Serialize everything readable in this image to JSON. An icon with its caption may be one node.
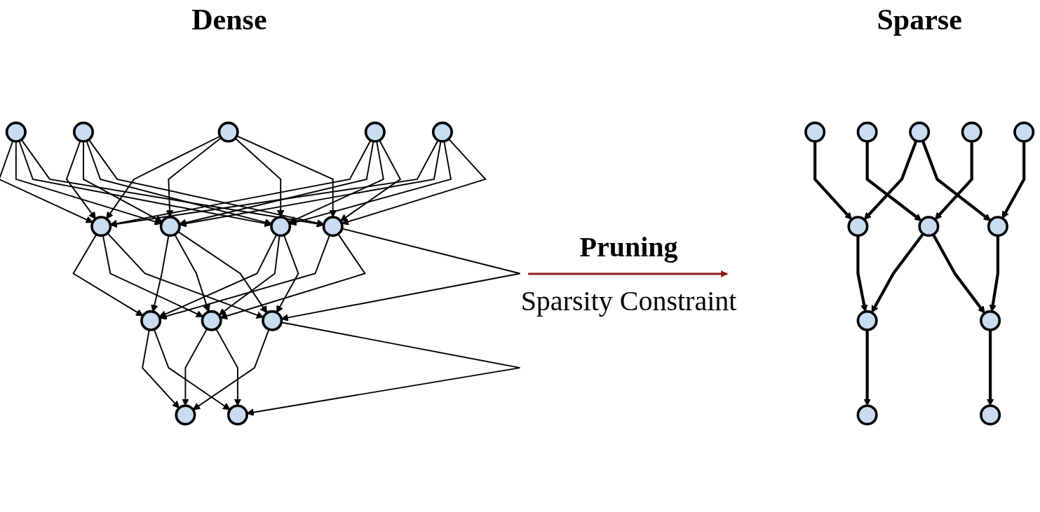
{
  "diagram": {
    "nodes": [
      {
        "text": [],
        "shape": "circle"
      },
      {
        "text": [],
        "shape": "circle"
      },
      {
        "text": [],
        "shape": "circle"
      },
      {
        "text": [],
        "shape": "circle"
      },
      {
        "text": [],
        "shape": "circle"
      },
      {
        "text": [],
        "shape": "circle"
      },
      {
        "text": [],
        "shape": "circle"
      },
      {
        "text": [],
        "shape": "circle"
      },
      {
        "text": [],
        "shape": "circle"
      },
      {
        "text": [],
        "shape": "circle"
      },
      {
        "text": [],
        "shape": "circle"
      },
      {
        "text": [],
        "shape": "circle"
      },
      {
        "text": [],
        "shape": "circle"
      },
      {
        "text": [],
        "shape": "circle"
      },
      {
        "text": [],
        "shape": "circle"
      },
      {
        "text": [],
        "shape": "circle"
      },
      {
        "text": [],
        "shape": "circle"
      },
      {
        "text": [],
        "shape": "circle"
      },
      {
        "text": [],
        "shape": "circle"
      },
      {
        "text": [],
        "shape": "circle"
      },
      {
        "text": [],
        "shape": "circle"
      },
      {
        "text": [],
        "shape": "circle"
      },
      {
        "text": [],
        "shape": "circle"
      },
      {
        "text": [],
        "shape": "circle"
      },
      {
        "text": [],
        "shape": "circle"
      },
      {
        "text": [],
        "shape": "circle"
      }
    ],
    "edges": [
      {
        "from": 0,
        "to": 5,
        "arrow": "to"
      },
      {
        "from": 0,
        "to": 6,
        "arrow": "to"
      },
      {
        "from": 0,
        "to": 7,
        "arrow": "to"
      },
      {
        "from": 0,
        "to": 8,
        "arrow": "to"
      },
      {
        "from": 1,
        "to": 5,
        "arrow": "to"
      },
      {
        "from": 1,
        "to": 6,
        "arrow": "to"
      },
      {
        "from": 1,
        "to": 7,
        "arrow": "to"
      },
      {
        "from": 1,
        "to": 8,
        "arrow": "to"
      },
      {
        "from": 2,
        "to": 5,
        "arrow": "to"
      },
      {
        "from": 2,
        "to": 6,
        "arrow": "to"
      },
      {
        "from": 2,
        "to": 7,
        "arrow": "to"
      },
      {
        "from": 2,
        "to": 8,
        "arrow": "to"
      },
      {
        "from": 3,
        "to": 5,
        "arrow": "to"
      },
      {
        "from": 3,
        "to": 6,
        "arrow": "to"
      },
      {
        "from": 3,
        "to": 7,
        "arrow": "to"
      },
      {
        "from": 3,
        "to": 8,
        "arrow": "to"
      },
      {
        "from": 4,
        "to": 5,
        "arrow": "to"
      },
      {
        "from": 4,
        "to": 6,
        "arrow": "to"
      },
      {
        "from": 4,
        "to": 7,
        "arrow": "to"
      },
      {
        "from": 4,
        "to": 8,
        "arrow": "to"
      },
      {
        "from": 5,
        "to": 9,
        "arrow": "to"
      },
      {
        "from": 5,
        "to": 10,
        "arrow": "to"
      },
      {
        "from": 5,
        "to": 11,
        "arrow": "to"
      },
      {
        "from": 6,
        "to": 9,
        "arrow": "to"
      },
      {
        "from": 6,
        "to": 10,
        "arrow": "to"
      },
      {
        "from": 6,
        "to": 11,
        "arrow": "to"
      },
      {
        "from": 7,
        "to": 9,
        "arrow": "to"
      },
      {
        "from": 7,
        "to": 10,
        "arrow": "to"
      },
      {
        "from": 7,
        "to": 11,
        "arrow": "to"
      },
      {
        "from": 8,
        "to": 9,
        "arrow": "to"
      },
      {
        "from": 8,
        "to": 10,
        "arrow": "to"
      },
      {
        "from": 8,
        "to": 11,
        "arrow": "to"
      },
      {
        "from": 9,
        "to": 12,
        "arrow": "to"
      },
      {
        "from": 9,
        "to": 13,
        "arrow": "to"
      },
      {
        "from": 10,
        "to": 12,
        "arrow": "to"
      },
      {
        "from": 10,
        "to": 13,
        "arrow": "to"
      },
      {
        "from": 11,
        "to": 12,
        "arrow": "to"
      },
      {
        "from": 11,
        "to": 13,
        "arrow": "to"
      },
      {
        "from": 14,
        "to": 21,
        "arrow": "to",
        "style": "thick"
      },
      {
        "from": 15,
        "to": 19,
        "arrow": "to",
        "style": "thick"
      },
      {
        "from": 16,
        "to": 20,
        "arrow": "to",
        "style": "thick"
      },
      {
        "from": 17,
        "to": 19,
        "arrow": "to",
        "style": "thick"
      },
      {
        "from": 17,
        "to": 21,
        "arrow": "to",
        "style": "thick"
      },
      {
        "from": 18,
        "to": 20,
        "arrow": "to",
        "style": "thick"
      },
      {
        "from": 19,
        "to": 22,
        "arrow": "to",
        "style": "thick"
      },
      {
        "from": 20,
        "to": 22,
        "arrow": "to",
        "style": "thick"
      },
      {
        "from": 20,
        "to": 23,
        "arrow": "to",
        "style": "thick"
      },
      {
        "from": 21,
        "to": 23,
        "arrow": "to",
        "style": "thick"
      },
      {
        "from": 22,
        "to": 25,
        "arrow": "to",
        "style": "thick"
      },
      {
        "from": 23,
        "to": 24,
        "arrow": "to",
        "style": "thick"
      }
    ],
    "labels": [
      "Dense",
      "Sparse",
      "Pruning",
      "Sparsity Constraint"
    ]
  }
}
